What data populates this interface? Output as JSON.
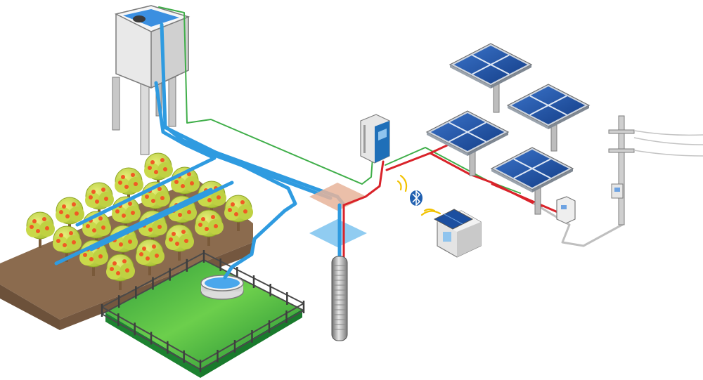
{
  "diagram": {
    "components": [
      {
        "id": "water-tower",
        "icon": "water-tower-icon"
      },
      {
        "id": "orchard",
        "icon": "orchard-trees-icon"
      },
      {
        "id": "pasture",
        "icon": "fenced-pasture-icon"
      },
      {
        "id": "water-trough",
        "icon": "water-trough-icon"
      },
      {
        "id": "borehole",
        "icon": "borehole-layers-icon"
      },
      {
        "id": "submersible-pump",
        "icon": "submersible-pump-icon"
      },
      {
        "id": "pump-controller",
        "icon": "pump-controller-icon"
      },
      {
        "id": "solar-array",
        "icon": "solar-panel-icon"
      },
      {
        "id": "bluetooth-link",
        "icon": "bluetooth-icon"
      },
      {
        "id": "remote-monitor",
        "icon": "remote-monitor-icon"
      },
      {
        "id": "ac-switch-box",
        "icon": "switch-box-icon"
      },
      {
        "id": "utility-pole",
        "icon": "utility-pole-icon"
      }
    ],
    "colors": {
      "water_pipe": "#2f9be0",
      "power_dc": "#d9232a",
      "signal": "#3fae49",
      "grid_ac": "#bfbfbf",
      "panel": "#1c4fa0",
      "tree_foliage": "#c9d94a",
      "fruit": "#f05a24",
      "grass": "#3fae49",
      "soil": "#8b6b4e"
    }
  }
}
